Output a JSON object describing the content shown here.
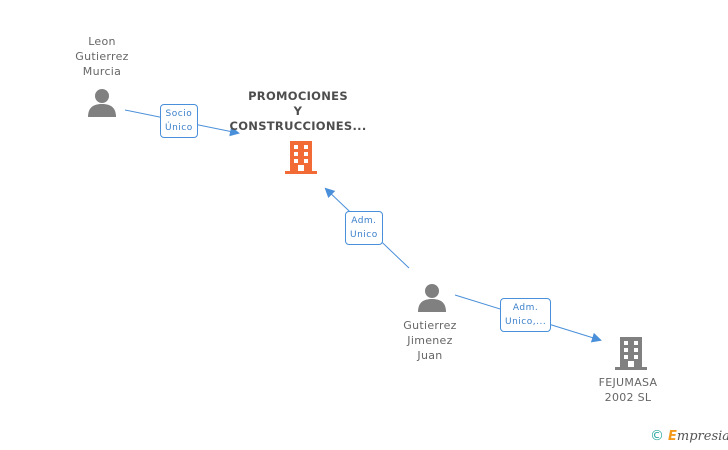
{
  "nodes": {
    "leon": {
      "name_lines": [
        "Leon",
        "Gutierrez",
        "Murcia"
      ]
    },
    "promociones": {
      "name_lines": [
        "PROMOCIONES",
        "Y",
        "CONSTRUCCIONES..."
      ]
    },
    "gutierrez": {
      "name_lines": [
        "Gutierrez",
        "Jimenez",
        "Juan"
      ]
    },
    "fejumasa": {
      "name_lines": [
        "FEJUMASA",
        "2002 SL"
      ]
    }
  },
  "edges": {
    "socio": {
      "lines": [
        "Socio",
        "Único"
      ]
    },
    "adm1": {
      "lines": [
        "Adm.",
        "Unico"
      ]
    },
    "adm2": {
      "lines": [
        "Adm.",
        "Unico,..."
      ]
    }
  },
  "colors": {
    "person": "#808080",
    "company_highlight": "#f26a36",
    "company": "#808080",
    "edge": "#4a8fd9"
  },
  "icons": {
    "person": "person-icon",
    "company": "building-icon"
  },
  "watermark": {
    "copyright": "©",
    "brand_e": "E",
    "brand_rest": "mpresia"
  }
}
